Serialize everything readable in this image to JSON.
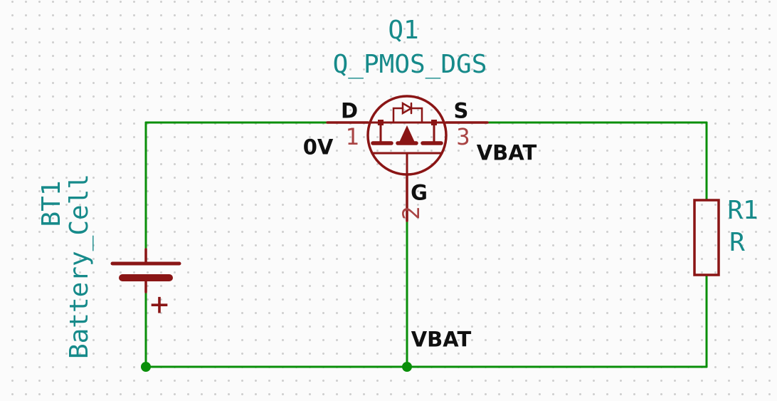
{
  "components": {
    "q1": {
      "reference": "Q1",
      "value": "Q_PMOS_DGS",
      "pins": {
        "drain": {
          "name": "D",
          "number": "1"
        },
        "gate": {
          "name": "G",
          "number": "2"
        },
        "source": {
          "name": "S",
          "number": "3"
        }
      }
    },
    "bt1": {
      "reference": "BT1",
      "value": "Battery_Cell",
      "plus_mark": "+"
    },
    "r1": {
      "reference": "R1",
      "value": "R"
    }
  },
  "net_labels": {
    "drain_net": "0V",
    "source_net": "VBAT",
    "gate_net": "VBAT"
  },
  "colors": {
    "background": "#FBFBFB",
    "grid_dot": "#CFCFCF",
    "wire": "#0A8F0A",
    "symbol": "#8A1515",
    "pin_number": "#A94444",
    "field": "#168A8A",
    "label": "#101010"
  }
}
